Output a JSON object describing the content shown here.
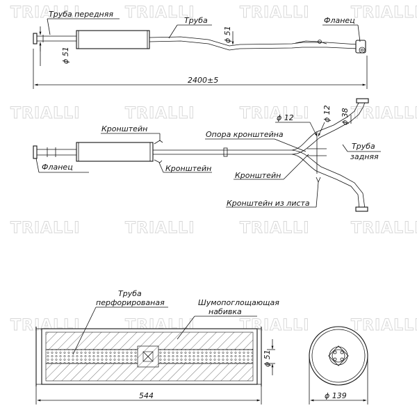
{
  "watermark": "TRIALLI",
  "top_view": {
    "front_pipe": "Труба передняя",
    "pipe": "Труба",
    "flange": "Фланец",
    "dia_51_left": "ϕ 51",
    "dia_51_mid": "ϕ 51",
    "length": "2400±5"
  },
  "side_view": {
    "bracket_1": "Кронштейн",
    "bracket_2": "Кронштейн",
    "bracket_3": "Кронштейн",
    "bracket_support": "Опора кронштейна",
    "sheet_bracket": "Кронштейн из листа",
    "flange": "Фланец",
    "dia_12_a": "ϕ 12",
    "dia_12_b": "ϕ 12",
    "dia_38": "ϕ 38",
    "rear_pipe_1": "Труба",
    "rear_pipe_2": "задняя"
  },
  "section_view": {
    "perforated_1": "Труба",
    "perforated_2": "перфорированая",
    "absorb_1": "Шумопоглощающая",
    "absorb_2": "набивка",
    "dia_51": "ϕ 51",
    "length": "544",
    "dia_139": "ϕ 139"
  }
}
